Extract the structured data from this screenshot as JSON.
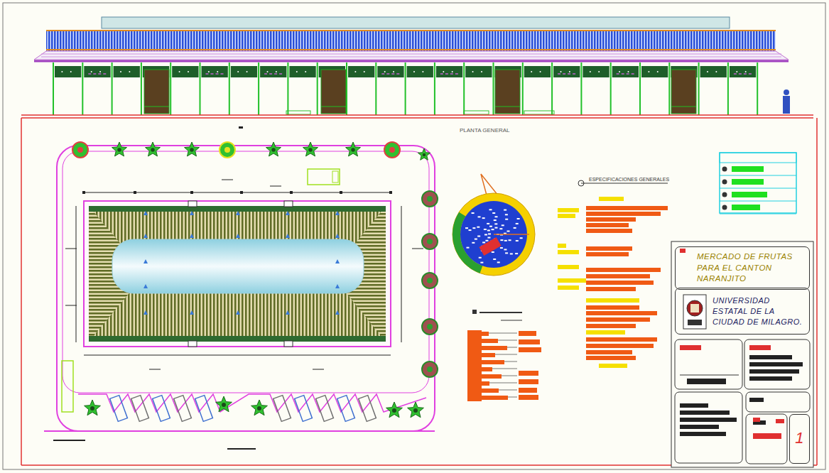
{
  "diagram": {
    "nodes": [
      {
        "text": [
          "MERCADO DE FRUTAS PARA EL CANTON NARANJITO"
        ]
      },
      {
        "text": [
          "UNIVERSIDAD ESTATAL DE LA CIUDAD DE MILAGRO."
        ]
      },
      {
        "text": [
          "1"
        ]
      }
    ],
    "labels": [
      "PLANTA GENERAL",
      "ESPECIFICACIONES GENERALES"
    ]
  }
}
